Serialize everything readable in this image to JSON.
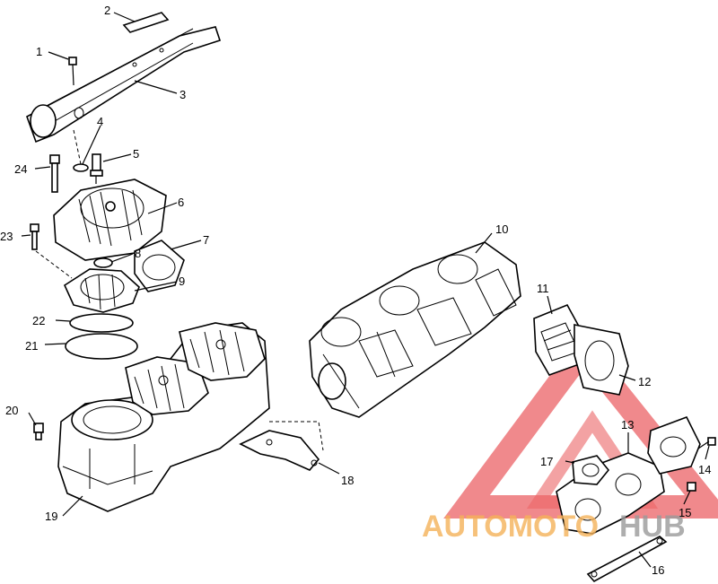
{
  "watermark": {
    "part1": "AUTOMOTO",
    "part2": "HUB",
    "color_orange": "#f5b25a",
    "color_red": "#e8474b",
    "color_gray": "#9a9a9a"
  },
  "callouts": [
    {
      "id": "c1",
      "text": "1"
    },
    {
      "id": "c2",
      "text": "2"
    },
    {
      "id": "c3",
      "text": "3"
    },
    {
      "id": "c4",
      "text": "4"
    },
    {
      "id": "c5",
      "text": "5"
    },
    {
      "id": "c6",
      "text": "6"
    },
    {
      "id": "c7",
      "text": "7"
    },
    {
      "id": "c8",
      "text": "8"
    },
    {
      "id": "c9",
      "text": "9"
    },
    {
      "id": "c10",
      "text": "10"
    },
    {
      "id": "c11",
      "text": "11"
    },
    {
      "id": "c12",
      "text": "12"
    },
    {
      "id": "c13",
      "text": "13"
    },
    {
      "id": "c14",
      "text": "14"
    },
    {
      "id": "c15",
      "text": "15"
    },
    {
      "id": "c16",
      "text": "16"
    },
    {
      "id": "c17",
      "text": "17"
    },
    {
      "id": "c18",
      "text": "18"
    },
    {
      "id": "c19",
      "text": "19"
    },
    {
      "id": "c20",
      "text": "20"
    },
    {
      "id": "c21",
      "text": "21"
    },
    {
      "id": "c22",
      "text": "22"
    },
    {
      "id": "c23",
      "text": "23"
    },
    {
      "id": "c24",
      "text": "24"
    }
  ]
}
